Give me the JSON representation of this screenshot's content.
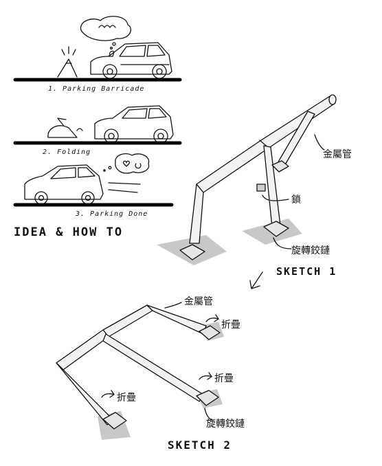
{
  "steps": [
    {
      "label": "1. Parking Barricade"
    },
    {
      "label": "2. Folding"
    },
    {
      "label": "3. Parking Done"
    }
  ],
  "heading": "IDEA & HOW TO",
  "sketch1": {
    "title": "SKETCH 1",
    "labels": {
      "pipe": "金屬管",
      "lock": "鎖",
      "hinge": "旋轉鉸鏈"
    }
  },
  "sketch2": {
    "title": "SKETCH 2",
    "labels": {
      "pipe": "金屬管",
      "fold_a": "折疊",
      "fold_b": "折疊",
      "fold_c": "折疊",
      "hinge": "旋轉鉸鏈"
    }
  },
  "colors": {
    "ink": "#111111",
    "shadow": "#c8c8c8",
    "road": "#000000",
    "tube": "#f2f2f2"
  }
}
